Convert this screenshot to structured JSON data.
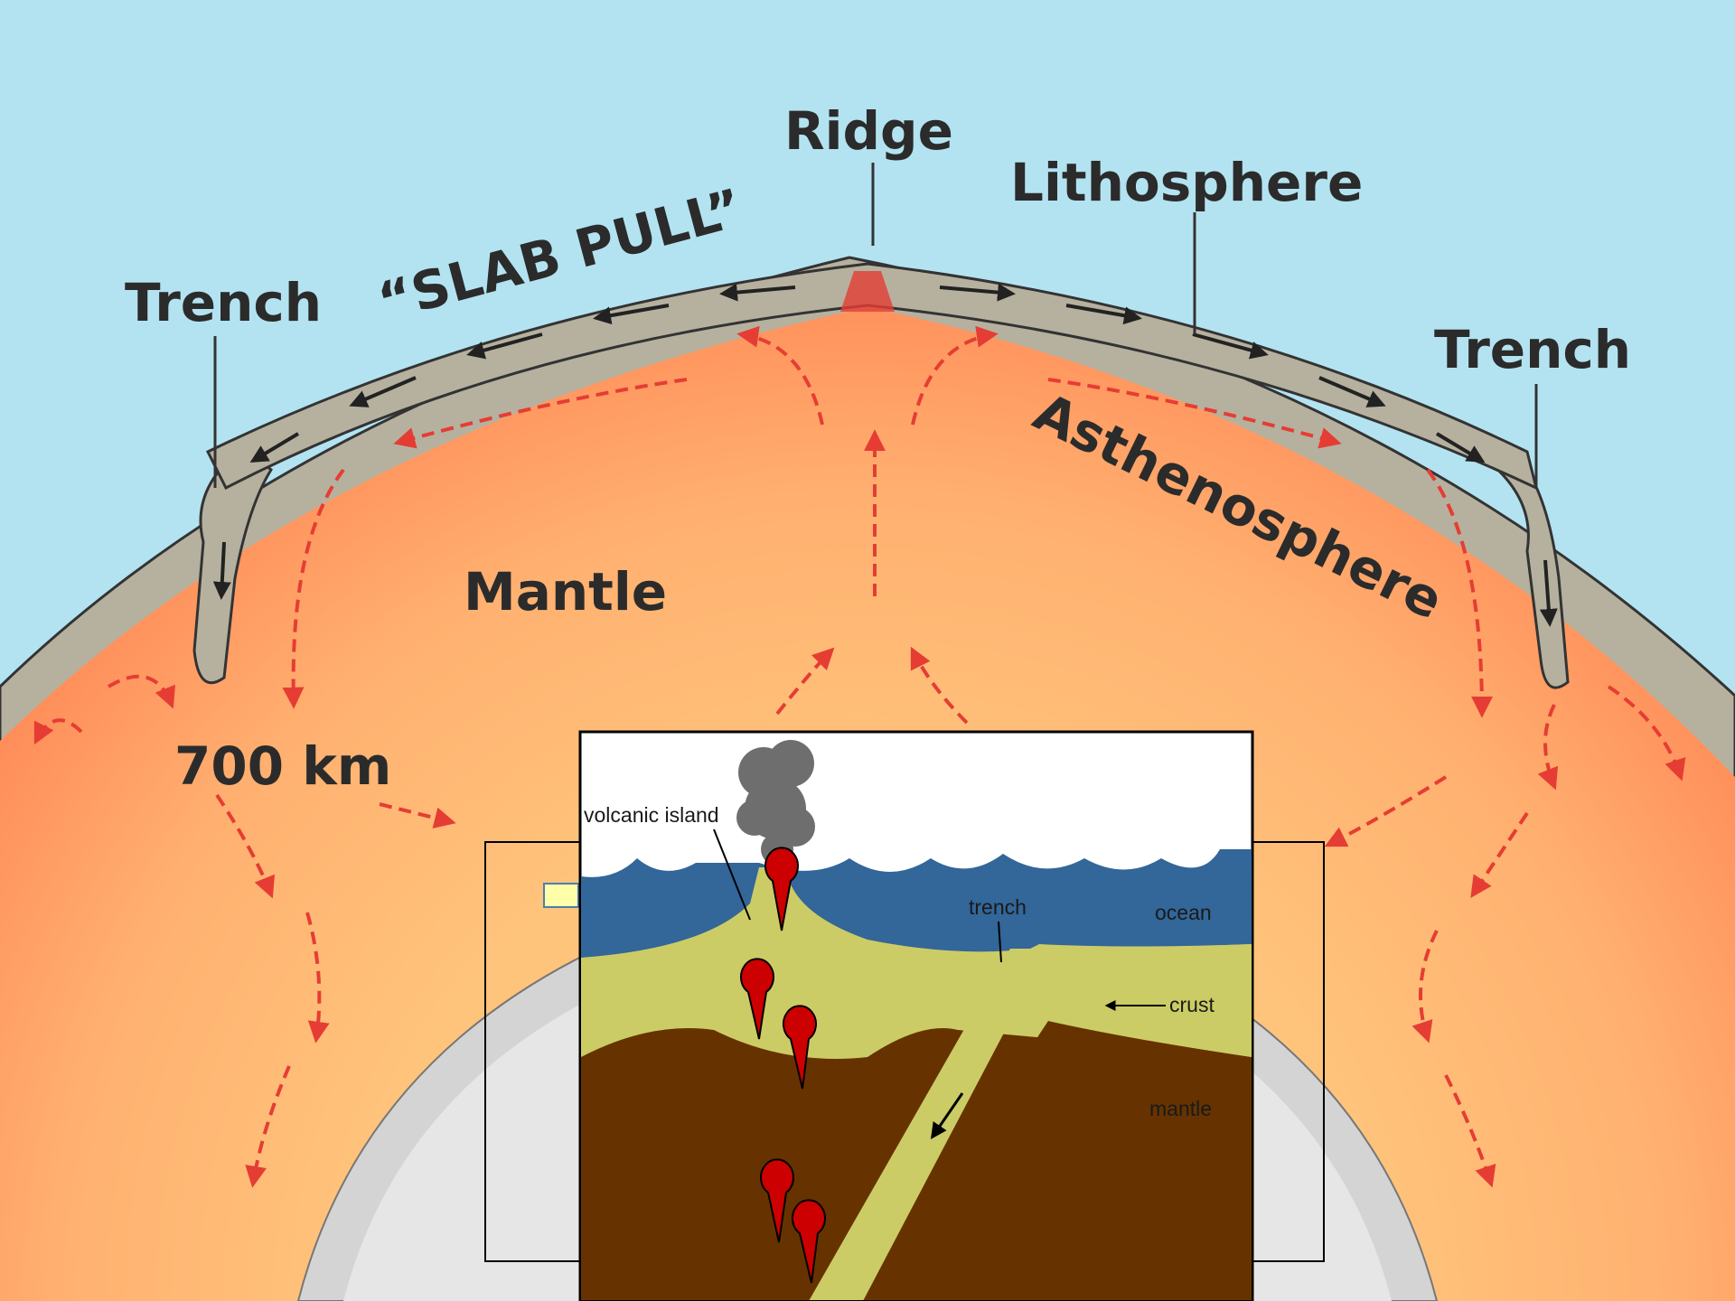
{
  "main_diagram": {
    "labels": {
      "ridge": "Ridge",
      "lithosphere": "Lithosphere",
      "slab_pull": "“SLAB PULL”",
      "trench_left": "Trench",
      "trench_right": "Trench",
      "asthenosphere": "Asthenosphere",
      "mantle": "Mantle",
      "depth": "700 km"
    },
    "colors": {
      "sky": "#b3e3f1",
      "lithosphere": "#b6b19f",
      "mantle_outer": "#ff7f50",
      "mantle_inner": "#ffc47c",
      "core": "#d4d4d4",
      "arrows": "#e53d34"
    }
  },
  "inset": {
    "labels": {
      "volcanic_island": "volcanic island",
      "trench": "trench",
      "ocean": "ocean",
      "crust": "crust",
      "mantle": "mantle"
    },
    "colors": {
      "ocean": "#336699",
      "crust": "#cccc66",
      "mantle": "#663300",
      "magma": "#cc0000",
      "smoke": "#555555"
    }
  }
}
